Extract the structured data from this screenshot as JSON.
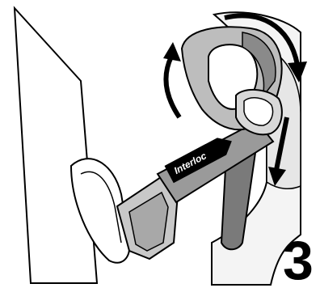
{
  "illustration": {
    "brand_label": "Interloc",
    "step_number": "3",
    "colors": {
      "outline": "#000000",
      "paper": "#ffffff",
      "panel": "#f0f0f0",
      "strap_light": "#bdbdbd",
      "strap_mid": "#9a9a9a",
      "strap_dark": "#7a7a7a",
      "clip": "#cfcfcf",
      "label_bg": "#000000"
    },
    "icons": [
      "curved-arrow-left",
      "curved-arrow-right",
      "down-arrow"
    ]
  }
}
